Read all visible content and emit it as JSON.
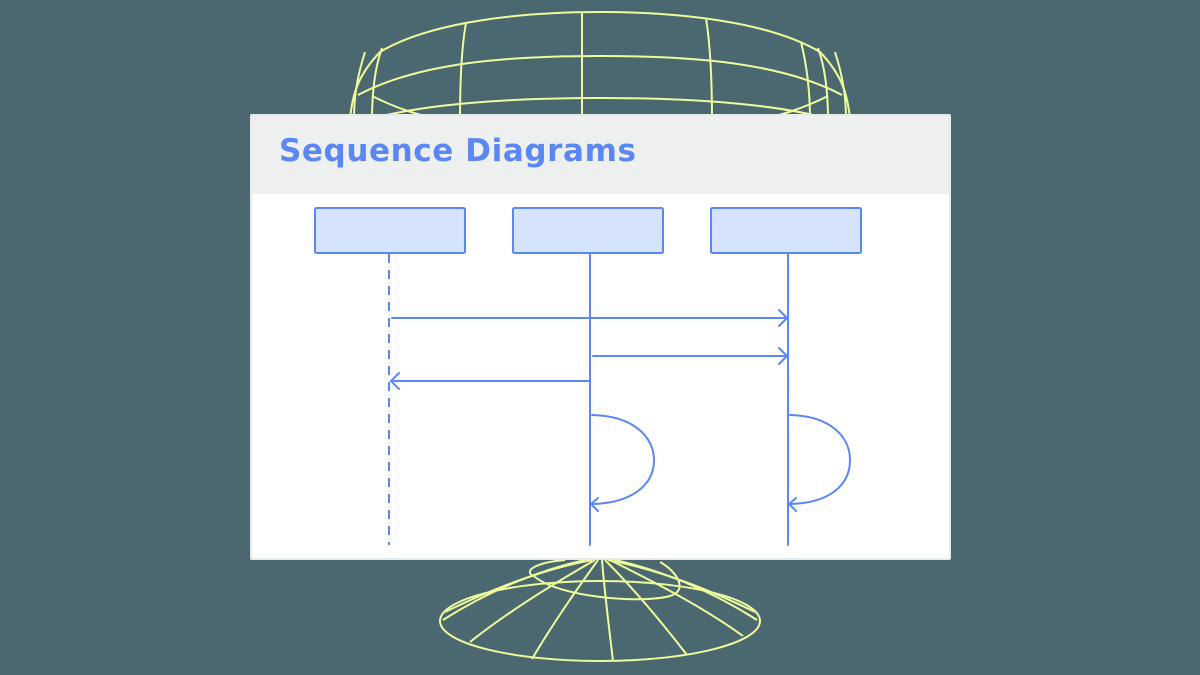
{
  "window": {
    "title": "Sequence Diagrams"
  },
  "colors": {
    "background": "#4b6870",
    "wireframe": "#eefc9c",
    "accent": "#5b86f5",
    "participant_fill": "#d5e3fd",
    "header_bg": "#eef0f0",
    "body_bg": "#ffffff"
  },
  "diagram": {
    "participants": [
      {
        "id": "p1",
        "label": "",
        "lifeline": "dashed"
      },
      {
        "id": "p2",
        "label": "",
        "lifeline": "solid"
      },
      {
        "id": "p3",
        "label": "",
        "lifeline": "solid"
      }
    ],
    "messages": [
      {
        "from": "p1",
        "to": "p3",
        "kind": "sync-arrow"
      },
      {
        "from": "p2",
        "to": "p3",
        "kind": "sync-arrow"
      },
      {
        "from": "p2",
        "to": "p1",
        "kind": "return-arrow"
      },
      {
        "from": "p2",
        "to": "p2",
        "kind": "self-call"
      },
      {
        "from": "p3",
        "to": "p3",
        "kind": "self-call"
      }
    ]
  },
  "decoration": {
    "top": "wireframe-bowl",
    "bottom": "wireframe-cone-base"
  }
}
